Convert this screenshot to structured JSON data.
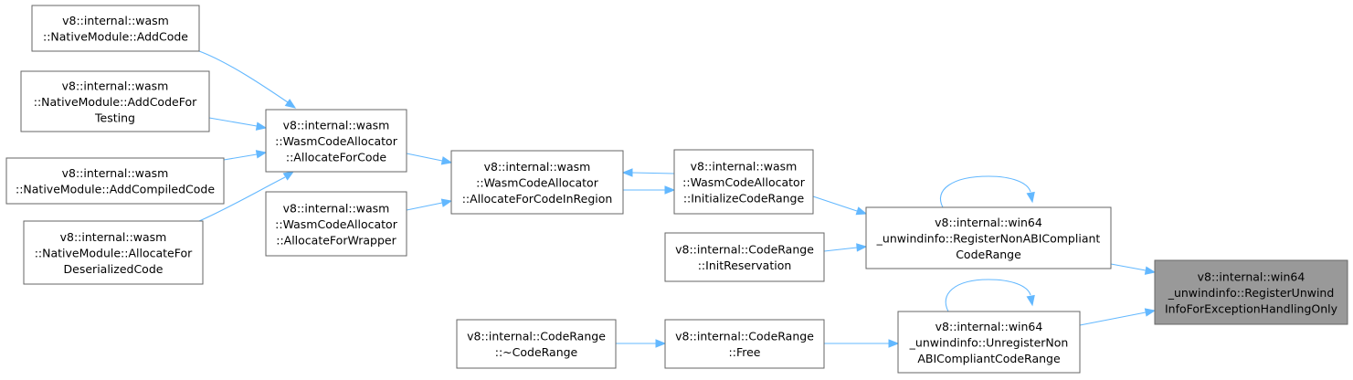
{
  "diagram": {
    "type": "call-graph",
    "style": {
      "edge_color": "#63b8ff",
      "node_border": "#666666",
      "focus_fill": "#999999",
      "node_fill": "#ffffff"
    },
    "nodes": [
      {
        "id": "n_addcode",
        "lines": [
          "v8::internal::wasm",
          "::NativeModule::AddCode"
        ]
      },
      {
        "id": "n_addcodefortesting",
        "lines": [
          "v8::internal::wasm",
          "::NativeModule::AddCodeFor",
          "Testing"
        ]
      },
      {
        "id": "n_addcompiledcode",
        "lines": [
          "v8::internal::wasm",
          "::NativeModule::AddCompiledCode"
        ]
      },
      {
        "id": "n_allocatefordeser",
        "lines": [
          "v8::internal::wasm",
          "::NativeModule::AllocateFor",
          "DeserializedCode"
        ]
      },
      {
        "id": "n_allocateforcode",
        "lines": [
          "v8::internal::wasm",
          "::WasmCodeAllocator",
          "::AllocateForCode"
        ]
      },
      {
        "id": "n_allocateforwrapper",
        "lines": [
          "v8::internal::wasm",
          "::WasmCodeAllocator",
          "::AllocateForWrapper"
        ]
      },
      {
        "id": "n_allocateinregion",
        "lines": [
          "v8::internal::wasm",
          "::WasmCodeAllocator",
          "::AllocateForCodeInRegion"
        ]
      },
      {
        "id": "n_initcoderange",
        "lines": [
          "v8::internal::wasm",
          "::WasmCodeAllocator",
          "::InitializeCodeRange"
        ]
      },
      {
        "id": "n_initreservation",
        "lines": [
          "v8::internal::CodeRange",
          "::InitReservation"
        ]
      },
      {
        "id": "n_dtor",
        "lines": [
          "v8::internal::CodeRange",
          "::~CodeRange"
        ]
      },
      {
        "id": "n_free",
        "lines": [
          "v8::internal::CodeRange",
          "::Free"
        ]
      },
      {
        "id": "n_register",
        "lines": [
          "v8::internal::win64",
          "_unwindinfo::RegisterNonABICompliant",
          "CodeRange"
        ]
      },
      {
        "id": "n_unregister",
        "lines": [
          "v8::internal::win64",
          "_unwindinfo::UnregisterNon",
          "ABICompliantCodeRange"
        ]
      },
      {
        "id": "n_focus",
        "lines": [
          "v8::internal::win64",
          "_unwindinfo::RegisterUnwind",
          "InfoForExceptionHandlingOnly"
        ]
      }
    ],
    "edges": [
      {
        "from": "n_addcode",
        "to": "n_allocateforcode"
      },
      {
        "from": "n_addcodefortesting",
        "to": "n_allocateforcode"
      },
      {
        "from": "n_addcompiledcode",
        "to": "n_allocateforcode"
      },
      {
        "from": "n_allocatefordeser",
        "to": "n_allocateforcode"
      },
      {
        "from": "n_allocateforcode",
        "to": "n_allocateinregion"
      },
      {
        "from": "n_allocateforwrapper",
        "to": "n_allocateinregion"
      },
      {
        "from": "n_allocateinregion",
        "to": "n_initcoderange"
      },
      {
        "from": "n_initcoderange",
        "to": "n_allocateinregion"
      },
      {
        "from": "n_initcoderange",
        "to": "n_register"
      },
      {
        "from": "n_initreservation",
        "to": "n_register"
      },
      {
        "from": "n_register",
        "to": "n_register"
      },
      {
        "from": "n_register",
        "to": "n_focus"
      },
      {
        "from": "n_dtor",
        "to": "n_free"
      },
      {
        "from": "n_free",
        "to": "n_unregister"
      },
      {
        "from": "n_unregister",
        "to": "n_unregister"
      },
      {
        "from": "n_unregister",
        "to": "n_focus"
      }
    ]
  }
}
